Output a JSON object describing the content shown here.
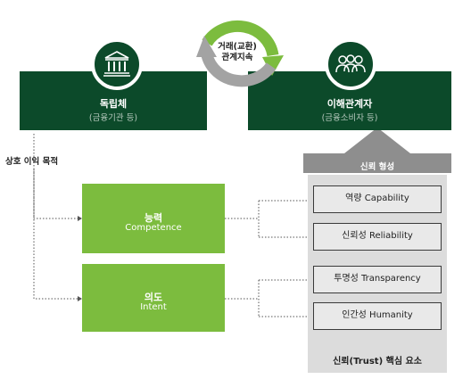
{
  "left_entity": {
    "title": "독립체",
    "subtitle": "(금융기관 등)",
    "icon": "bank-icon"
  },
  "right_entity": {
    "title": "이해관계자",
    "subtitle": "(금융소비자 등)",
    "icon": "people-icon"
  },
  "exchange": {
    "line1": "거래(교환)",
    "line2": "관계지속",
    "icon": "cycle-arrows-icon"
  },
  "mutual_benefit_label": "상호 이익 목적",
  "components": [
    {
      "title": "능력",
      "subtitle": "Competence"
    },
    {
      "title": "의도",
      "subtitle": "Intent"
    }
  ],
  "trust_formation_label": "신뢰 형성",
  "trust_elements": [
    "역량 Capability",
    "신뢰성 Reliability",
    "투명성 Transparency",
    "인간성 Humanity"
  ],
  "trust_core_label": "신뢰(Trust) 핵심 요소",
  "colors": {
    "dark_green": "#0c4a2a",
    "light_green": "#7cbc3e",
    "arrow_green": "#7cbc3e",
    "gray": "#9a9a9a",
    "box_bg": "#e9e9e9",
    "column_bg": "#dcdcdc"
  }
}
